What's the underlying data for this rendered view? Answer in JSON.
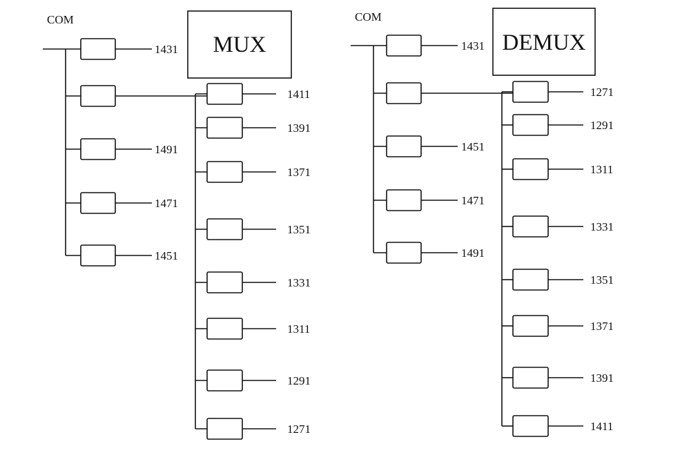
{
  "diagrams": [
    {
      "id": "mux",
      "com_label": "COM",
      "title": "MUX",
      "left_column_labels": [
        "1431",
        "",
        "1491",
        "1471",
        "1451"
      ],
      "right_column_labels": [
        "1411",
        "1391",
        "1371",
        "1351",
        "1331",
        "1311",
        "1291",
        "1271"
      ]
    },
    {
      "id": "demux",
      "com_label": "COM",
      "title": "DEMUX",
      "left_column_labels": [
        "1431",
        "",
        "1451",
        "1471",
        "1491"
      ],
      "right_column_labels": [
        "1271",
        "1291",
        "1311",
        "1331",
        "1351",
        "1371",
        "1391",
        "1411"
      ]
    }
  ]
}
